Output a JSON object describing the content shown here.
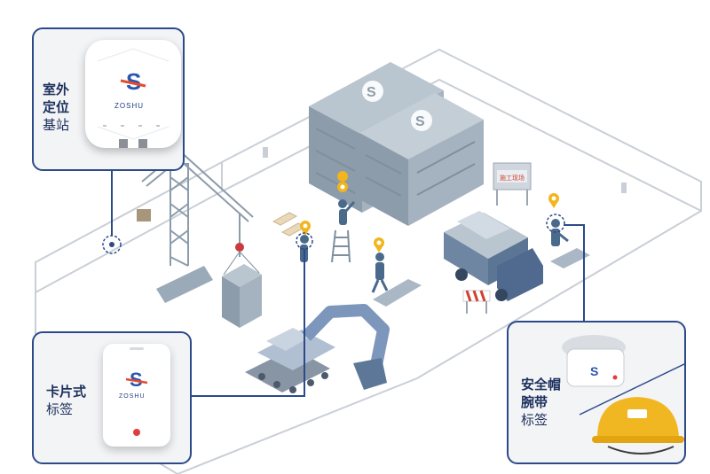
{
  "callouts": {
    "base_station": {
      "line1": "室外",
      "line2": "定位",
      "line3": "基站",
      "brand": "ZOSHU"
    },
    "card_tag": {
      "line1": "卡片式",
      "line2": "标签",
      "brand": "ZOSHU"
    },
    "helmet_band": {
      "line1": "安全帽",
      "line2": "腕带",
      "line3": "标签"
    }
  },
  "scene": {
    "site_sign": "施工现场"
  },
  "colors": {
    "navy": "#1c2f5c",
    "border": "#2c4a8a",
    "marker": "#f2b51c",
    "building": "#9aaab8",
    "worker": "#4a6a8c"
  }
}
